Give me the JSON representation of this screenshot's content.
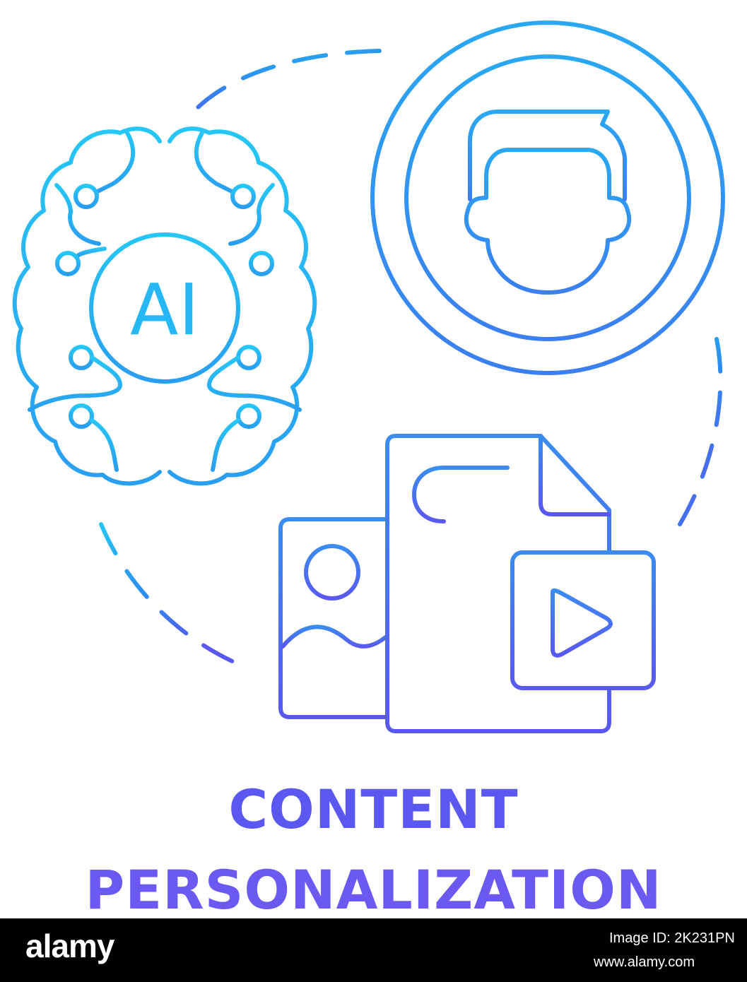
{
  "illustration": {
    "brain_text": "AI",
    "stroke_gradient": [
      "#26c6f6",
      "#2a8ff0",
      "#5a58f0"
    ]
  },
  "title": {
    "line1": "CONTENT",
    "line2": "PERSONALIZATION",
    "color": "#5a58f0"
  },
  "footer": {
    "logo": "alamy",
    "image_id": "Image ID: 2K231PN",
    "url": "www.alamy.com",
    "background": "#000000"
  }
}
